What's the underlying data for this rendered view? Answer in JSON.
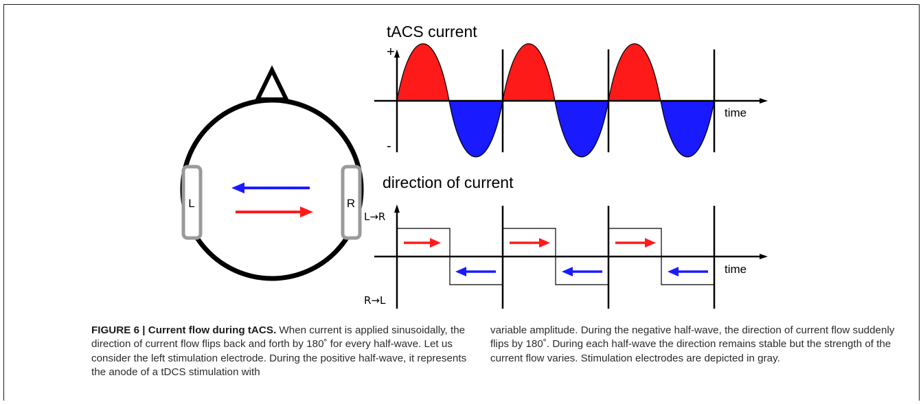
{
  "figure": {
    "sine_title": "tACS current",
    "sine_plus": "+",
    "sine_minus": "-",
    "sine_time": "time",
    "dir_title": "direction of current",
    "dir_lr": "L→R",
    "dir_rl": "R→L",
    "dir_time": "time",
    "electrode_left": "L",
    "electrode_right": "R",
    "colors": {
      "positive": "#ff1a1a",
      "negative": "#1a1aff",
      "electrode": "#9a9a9a",
      "line": "#000000"
    }
  },
  "caption": {
    "label": "FIGURE 6 | Current flow during tACS.",
    "text_left": " When current is applied sinusoidally, the direction of current flow flips back and forth by 180˚ for every half-wave. Let us consider the left stimulation electrode. During the positive half-wave, it represents the anode of a tDCS stimulation with",
    "text_right": "variable amplitude. During the negative half-wave, the direction of current flow suddenly flips by 180˚. During each half-wave the direction remains stable but the strength of the current flow varies. Stimulation electrodes are depicted in gray."
  }
}
